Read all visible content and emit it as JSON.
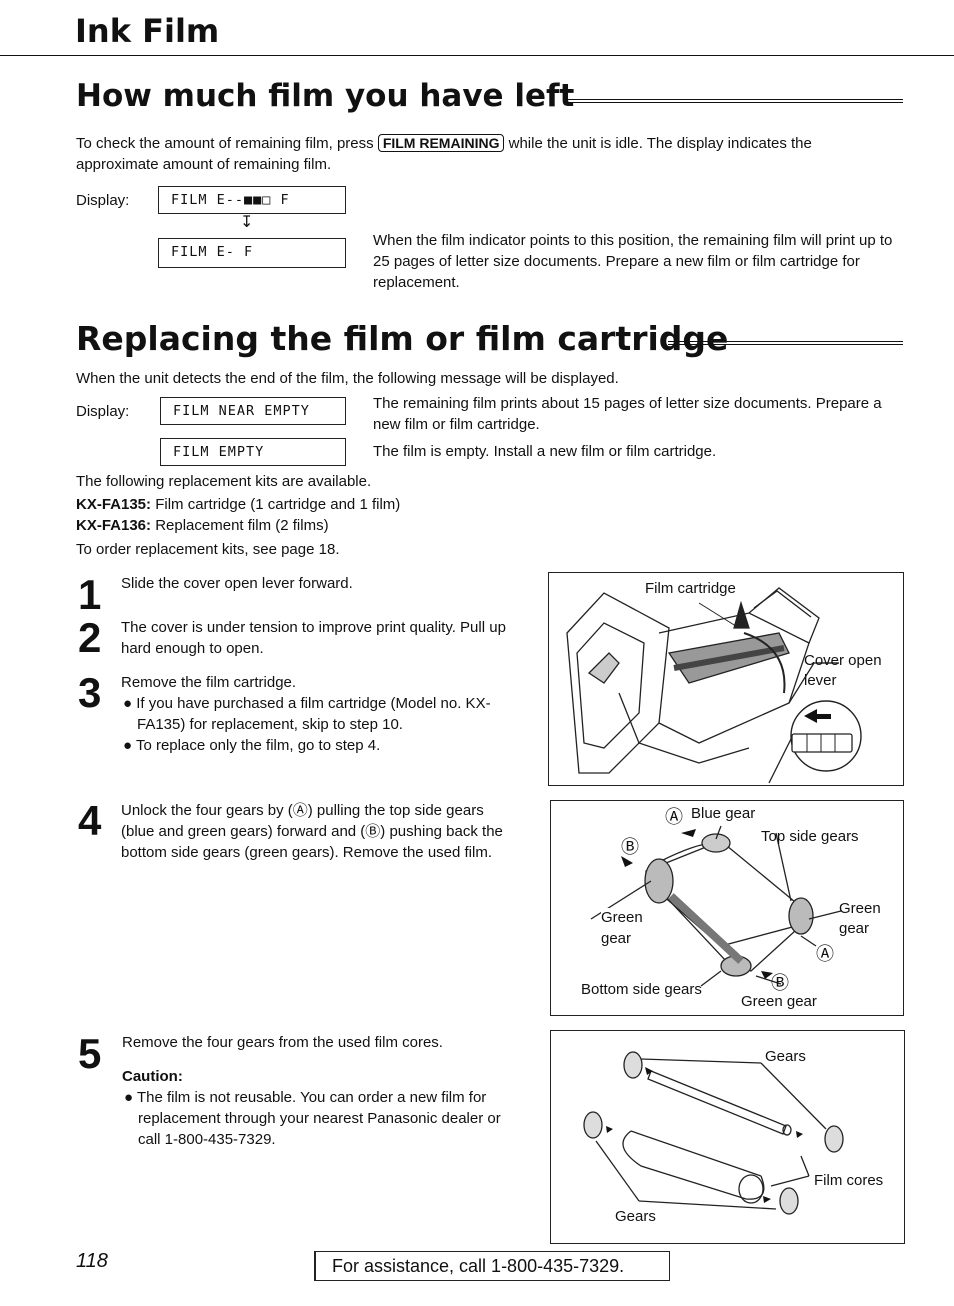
{
  "header": {
    "title": "Ink Film"
  },
  "section1": {
    "title": "How much film you have left",
    "intro_before": "To check the amount of remaining film, press ",
    "key_label": "FILM REMAINING",
    "intro_after": " while the unit is idle. The display indicates the approximate amount of remaining film.",
    "display_label": "Display:",
    "lcd_full": "FILM  E‐‐■■□ F",
    "lcd_low": "FILM  E‐      F",
    "low_note": "When the film indicator points to this position, the remaining film will print up to 25 pages of letter size documents. Prepare a new film or film cartridge for replacement."
  },
  "section2": {
    "title": "Replacing the film or film cartridge",
    "intro": "When the unit detects the end of the film, the following message will be displayed.",
    "display_label": "Display:",
    "lcd_near": "FILM NEAR EMPTY",
    "near_note": "The remaining film prints about 15 pages of letter size documents. Prepare a new film or film cartridge.",
    "lcd_empty": "FILM EMPTY",
    "empty_note": "The film is empty. Install a new film or film cartridge.",
    "kits_intro": "The following replacement kits are available.",
    "kits": [
      {
        "model": "KX-FA135:",
        "desc": " Film cartridge (1 cartridge and 1 film)"
      },
      {
        "model": "KX-FA136:",
        "desc": " Replacement film (2 films)"
      }
    ],
    "order_note": "To order replacement kits, see page 18."
  },
  "steps": [
    {
      "num": "1",
      "text": "Slide the cover open lever forward."
    },
    {
      "num": "2",
      "text": "The cover is under tension to improve print quality. Pull up hard enough to open."
    },
    {
      "num": "3",
      "text": "Remove the film cartridge.",
      "bullets": [
        "● If you have purchased a film cartridge (Model no. KX-FA135) for replacement, skip to step 10.",
        "● To replace only the film, go to step 4."
      ]
    },
    {
      "num": "4",
      "text": "Unlock the four gears by (Ⓐ) pulling the top side gears (blue and green gears) forward and (Ⓑ) pushing back the bottom side gears (green gears). Remove the used film."
    },
    {
      "num": "5",
      "text": "Remove the four gears from the used film cores.",
      "caution_title": "Caution:",
      "caution_text": "● The film is not reusable. You can order a new film for replacement through your nearest Panasonic dealer or call 1-800-435-7329."
    }
  ],
  "figure1": {
    "film_cartridge": "Film cartridge",
    "cover_open": "Cover open",
    "lever": "lever"
  },
  "figure2": {
    "blue_gear": "Blue gear",
    "marker_a": "Ⓐ",
    "marker_b": "Ⓑ",
    "top_side_gears": "Top side gears",
    "green_left_1": "Green",
    "green_left_2": "gear",
    "green_right_1": "Green",
    "green_right_2": "gear",
    "bottom_side_gears": "Bottom side gears",
    "green_gear_bottom": "Green gear"
  },
  "figure3": {
    "gears_top": "Gears",
    "film_cores": "Film cores",
    "gears_bottom": "Gears"
  },
  "footer": {
    "page_number": "118",
    "assistance": "For assistance, call 1-800-435-7329."
  }
}
